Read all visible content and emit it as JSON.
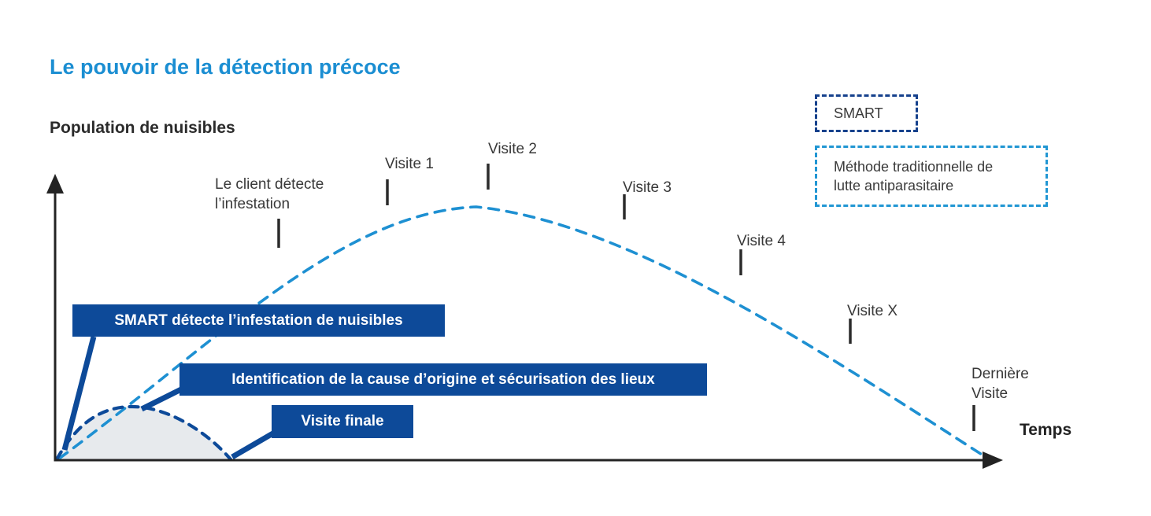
{
  "title": "Le pouvoir de la détection précoce",
  "axes": {
    "y_label": "Population de nuisibles",
    "x_label": "Temps"
  },
  "legend": {
    "smart": {
      "label": "SMART",
      "border_style": "dashed",
      "border_color": "#16418c"
    },
    "traditional": {
      "label": "Méthode traditionnelle de\nlutte antiparasitaire",
      "border_style": "dashed",
      "border_color": "#2196d3"
    }
  },
  "annotations": {
    "client": {
      "label": "Le client détecte\nl’infestation"
    },
    "visite1": {
      "label": "Visite 1"
    },
    "visite2": {
      "label": "Visite 2"
    },
    "visite3": {
      "label": "Visite 3"
    },
    "visite4": {
      "label": "Visite 4"
    },
    "visiteX": {
      "label": "Visite X"
    },
    "derniere": {
      "label": "Dernière\nVisite"
    }
  },
  "callouts": {
    "smart_detect": {
      "label": "SMART détecte l’infestation de nuisibles"
    },
    "identification": {
      "label": "Identification de la cause d’origine et sécurisation des lieux"
    },
    "visite_finale": {
      "label": "Visite finale"
    }
  },
  "colors": {
    "title_blue": "#1b8ed2",
    "light_blue": "#1e90d2",
    "navy": "#0d4a99",
    "legend_navy_border": "#16418c",
    "gray_fill": "#e7eaed",
    "axis": "#232323",
    "tick": "#2b2b2b",
    "text_dark": "#383838",
    "callout_text": "#ffffff"
  },
  "chart_data": {
    "type": "line",
    "title": "Le pouvoir de la détection précoce",
    "xlabel": "Temps",
    "ylabel": "Population de nuisibles",
    "x_axis": "qualitative time axis (no numeric ticks)",
    "y_axis": "qualitative pest-population axis (no numeric ticks)",
    "grid": false,
    "legend_position": "top-right",
    "series": [
      {
        "name": "Méthode traditionnelle de lutte antiparasitaire",
        "line_style": "dashed",
        "color": "#1e90d2",
        "points_norm_xy": [
          [
            0.0,
            0.0
          ],
          [
            0.12,
            0.38
          ],
          [
            0.24,
            0.72
          ],
          [
            0.355,
            0.92
          ],
          [
            0.45,
            1.0
          ],
          [
            0.53,
            0.97
          ],
          [
            0.61,
            0.85
          ],
          [
            0.735,
            0.66
          ],
          [
            0.855,
            0.44
          ],
          [
            0.93,
            0.22
          ],
          [
            1.0,
            0.0
          ]
        ],
        "event_markers": [
          {
            "label": "Le client détecte l’infestation",
            "x_norm": 0.24
          },
          {
            "label": "Visite 1",
            "x_norm": 0.355
          },
          {
            "label": "Visite 2",
            "x_norm": 0.465
          },
          {
            "label": "Visite 3",
            "x_norm": 0.61
          },
          {
            "label": "Visite 4",
            "x_norm": 0.735
          },
          {
            "label": "Visite X",
            "x_norm": 0.855
          },
          {
            "label": "Dernière Visite",
            "x_norm": 0.99
          }
        ]
      },
      {
        "name": "SMART",
        "line_style": "dashed",
        "color": "#0d4a99",
        "area_fill": "#e7eaed",
        "points_norm_xy": [
          [
            0.0,
            0.0
          ],
          [
            0.03,
            0.11
          ],
          [
            0.06,
            0.19
          ],
          [
            0.079,
            0.21
          ],
          [
            0.12,
            0.15
          ],
          [
            0.16,
            0.07
          ],
          [
            0.185,
            0.0
          ]
        ],
        "event_markers": [
          {
            "label": "SMART détecte l’infestation de nuisibles",
            "x_norm": 0.01
          },
          {
            "label": "Identification de la cause d’origine et sécurisation des lieux",
            "x_norm": 0.09
          },
          {
            "label": "Visite finale",
            "x_norm": 0.185
          }
        ]
      }
    ]
  }
}
